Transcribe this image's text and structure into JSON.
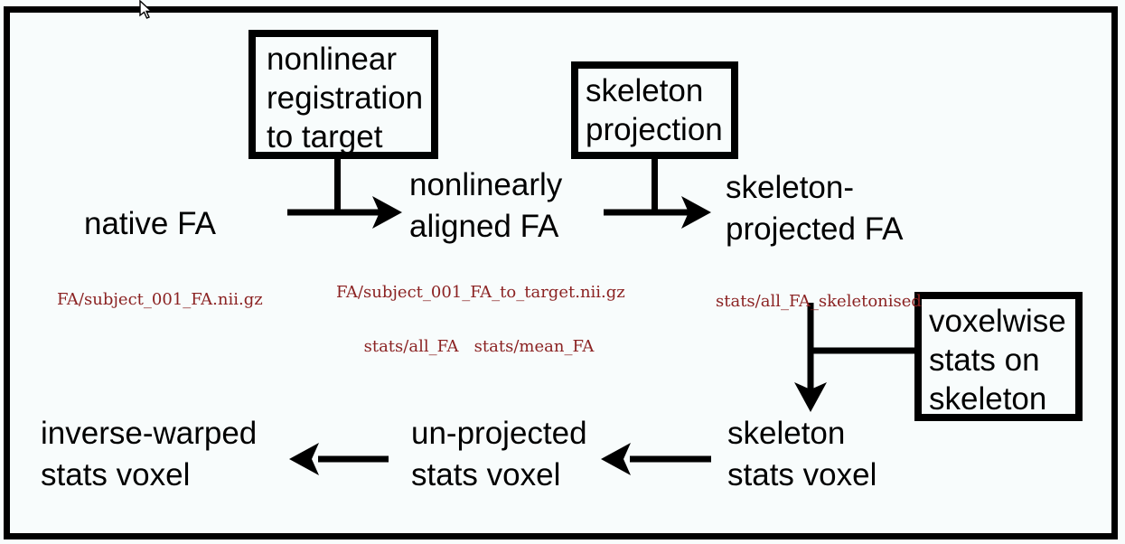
{
  "colors": {
    "background": "#f8fcfc",
    "line": "#000000",
    "label_text": "#000000",
    "filename_text": "#8b2222"
  },
  "process_boxes": [
    {
      "id": "nonlinear-registration",
      "lines": [
        "nonlinear",
        "registration",
        "to target"
      ]
    },
    {
      "id": "skeleton-projection",
      "lines": [
        "skeleton",
        "projection"
      ]
    },
    {
      "id": "voxelwise-stats",
      "lines": [
        "voxelwise",
        "stats on",
        "skeleton"
      ]
    }
  ],
  "nodes": [
    {
      "id": "native-fa",
      "label_lines": [
        "native FA"
      ],
      "file_lines": [
        "FA/subject_001_FA.nii.gz"
      ]
    },
    {
      "id": "nonlinearly-aligned-fa",
      "label_lines": [
        "nonlinearly",
        "aligned FA"
      ],
      "file_lines": [
        "FA/subject_001_FA_to_target.nii.gz",
        "stats/all_FA   stats/mean_FA"
      ]
    },
    {
      "id": "skeleton-projected-fa",
      "label_lines": [
        "skeleton-",
        "projected FA"
      ],
      "file_lines": [
        "stats/all_FA_skeletonised"
      ]
    },
    {
      "id": "skeleton-stats-voxel",
      "label_lines": [
        "skeleton",
        "stats voxel"
      ],
      "file_lines": []
    },
    {
      "id": "un-projected-stats-voxel",
      "label_lines": [
        "un-projected",
        "stats voxel"
      ],
      "file_lines": []
    },
    {
      "id": "inverse-warped-stats-voxel",
      "label_lines": [
        "inverse-warped",
        "stats voxel"
      ],
      "file_lines": []
    }
  ]
}
